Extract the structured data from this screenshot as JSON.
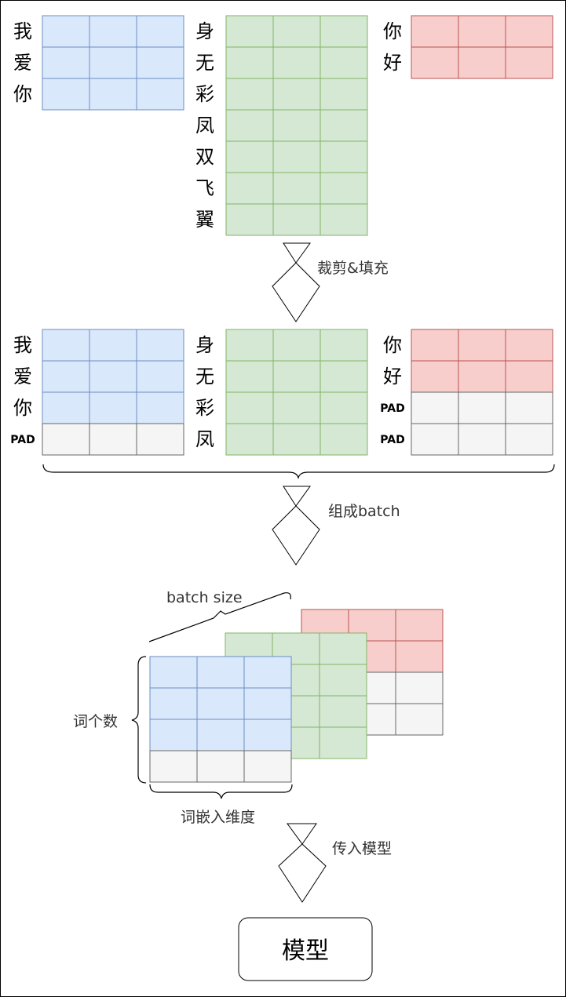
{
  "colors": {
    "blue_fill": "#dae8fc",
    "blue_stroke": "#6c8ebf",
    "green_fill": "#d5e8d4",
    "green_stroke": "#82b366",
    "red_fill": "#f8cecc",
    "red_stroke": "#b85450",
    "pad_fill": "#f5f5f5",
    "pad_stroke": "#666666",
    "text": "#333333"
  },
  "top": {
    "sentences": [
      {
        "color": "blue",
        "words": [
          "我",
          "爱",
          "你"
        ]
      },
      {
        "color": "green",
        "words": [
          "身",
          "无",
          "彩",
          "凤",
          "双",
          "飞",
          "翼"
        ]
      },
      {
        "color": "red",
        "words": [
          "你",
          "好"
        ]
      }
    ]
  },
  "arrow1_label": "裁剪&填充",
  "middle": {
    "sentences": [
      {
        "color": "blue",
        "words": [
          "我",
          "爱",
          "你",
          "PAD"
        ]
      },
      {
        "color": "green",
        "words": [
          "身",
          "无",
          "彩",
          "凤"
        ]
      },
      {
        "color": "red",
        "words": [
          "你",
          "好",
          "PAD",
          "PAD"
        ]
      }
    ]
  },
  "arrow2_label": "组成batch",
  "batch": {
    "batch_size_label": "batch size",
    "word_count_label": "词个数",
    "embed_dim_label": "词嵌入维度"
  },
  "arrow3_label": "传入模型",
  "model_label": "模型"
}
